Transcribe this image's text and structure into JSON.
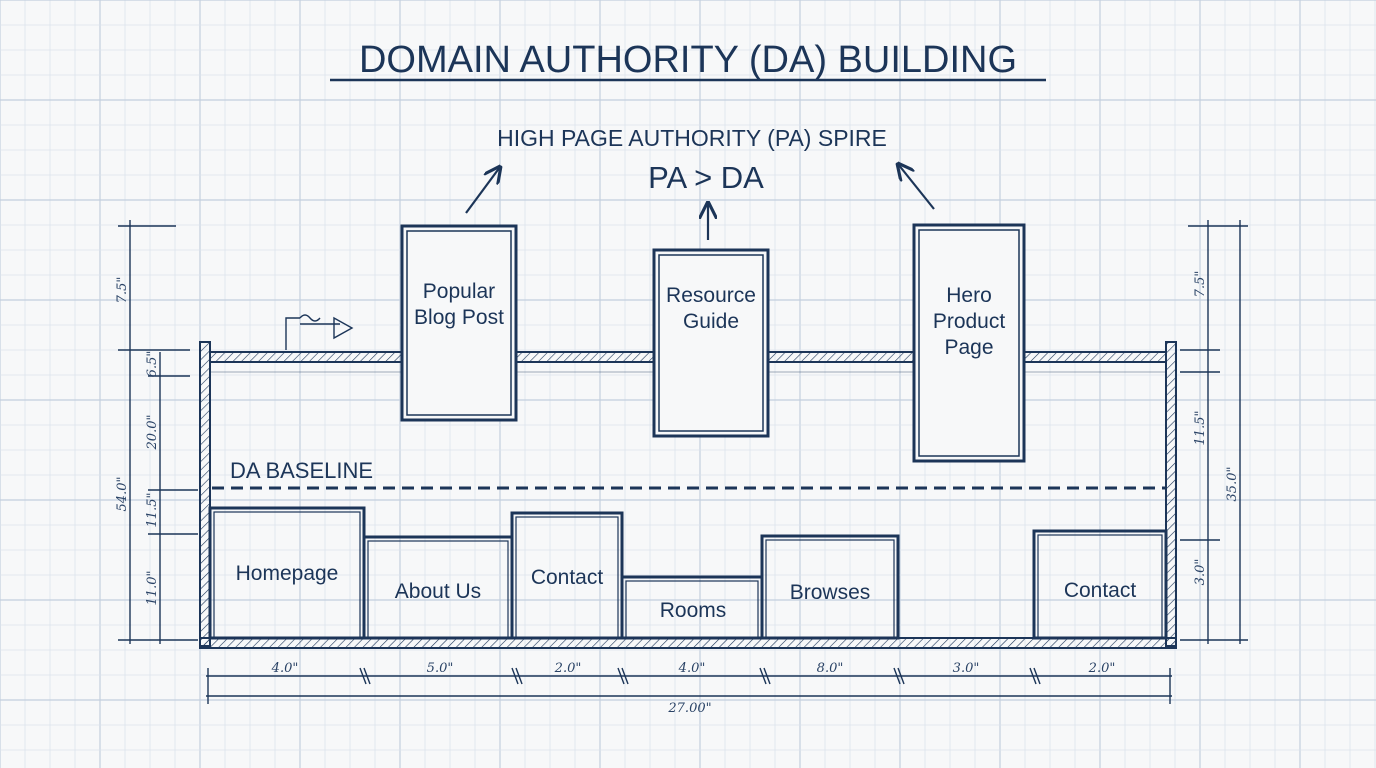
{
  "title": "DOMAIN AUTHORITY (DA) BUILDING",
  "spire": {
    "label": "HIGH PAGE AUTHORITY (PA) SPIRE",
    "formula": "PA > DA"
  },
  "towers": [
    {
      "id": "popular",
      "lines": [
        "Popular",
        "Blog Post"
      ]
    },
    {
      "id": "resource",
      "lines": [
        "Resource",
        "Guide"
      ]
    },
    {
      "id": "hero",
      "lines": [
        "Hero",
        "Product",
        "Page"
      ]
    }
  ],
  "baseline_label": "DA BASELINE",
  "rooms": [
    "Homepage",
    "About Us",
    "Contact",
    "Rooms",
    "Browses",
    "Contact"
  ],
  "bottom_dimensions": [
    "4.0\"",
    "5.0\"",
    "2.0\"",
    "4.0\"",
    "8.0\"",
    "3.0\"",
    "2.0\""
  ],
  "total_width": "27.00\"",
  "left_dimensions": [
    "7.5\"",
    "6.5\"",
    "20.0\"",
    "11.5\"",
    "11.0\"",
    "54.0\""
  ],
  "right_dimensions": [
    "7.5\"",
    "11.5\"",
    "35.0\"",
    "3.0\""
  ],
  "colors": {
    "ink": "#1c3558",
    "grid_minor": "#dce3ec",
    "grid_major": "#c3cfde",
    "paper": "#f7f8f9"
  }
}
